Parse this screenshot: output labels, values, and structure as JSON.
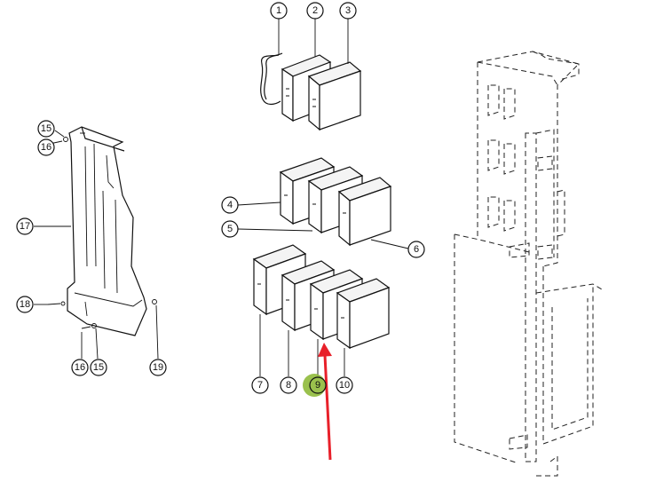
{
  "diagram": {
    "callouts": [
      {
        "id": "c1",
        "label": "1"
      },
      {
        "id": "c2",
        "label": "2"
      },
      {
        "id": "c3",
        "label": "3"
      },
      {
        "id": "c4",
        "label": "4"
      },
      {
        "id": "c5",
        "label": "5"
      },
      {
        "id": "c6",
        "label": "6"
      },
      {
        "id": "c7",
        "label": "7"
      },
      {
        "id": "c8",
        "label": "8"
      },
      {
        "id": "c9",
        "label": "9",
        "highlighted": true
      },
      {
        "id": "c10",
        "label": "10"
      },
      {
        "id": "c15a",
        "label": "15"
      },
      {
        "id": "c16a",
        "label": "16"
      },
      {
        "id": "c17",
        "label": "17"
      },
      {
        "id": "c18",
        "label": "18"
      },
      {
        "id": "c16b",
        "label": "16"
      },
      {
        "id": "c15b",
        "label": "15"
      },
      {
        "id": "c19",
        "label": "19"
      }
    ],
    "colors": {
      "highlight": "#8fba3a",
      "arrow": "#e8202a",
      "line": "#111111"
    }
  }
}
